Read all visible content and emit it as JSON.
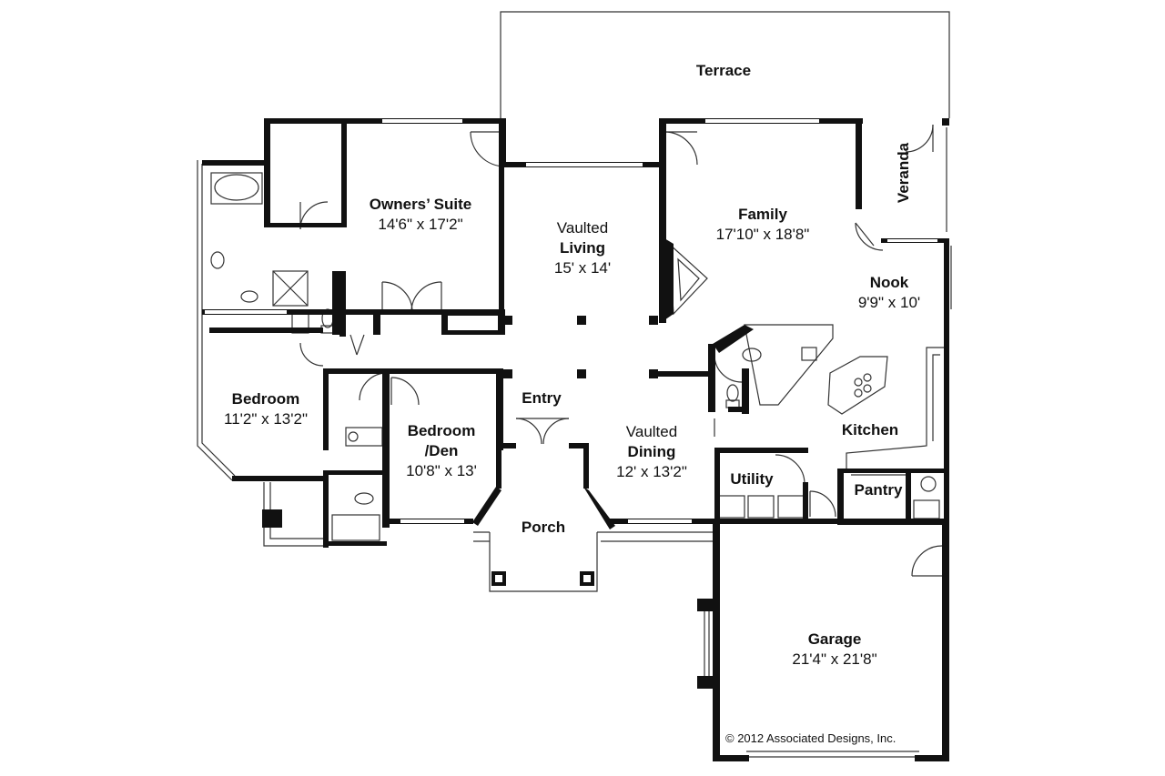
{
  "rooms": {
    "terrace": {
      "name": "Terrace"
    },
    "owners_suite": {
      "name": "Owners’ Suite",
      "size": "14'6\" x 17'2\""
    },
    "living": {
      "prefix": "Vaulted",
      "name": "Living",
      "size": "15' x 14'"
    },
    "family": {
      "name": "Family",
      "size": "17'10\" x 18'8\""
    },
    "veranda": {
      "name": "Veranda"
    },
    "nook": {
      "name": "Nook",
      "size": "9'9\" x 10'"
    },
    "bedroom": {
      "name": "Bedroom",
      "size": "11'2\" x 13'2\""
    },
    "bedroom_den": {
      "name": "Bedroom",
      "name2": "/Den",
      "size": "10'8\" x 13'"
    },
    "entry": {
      "name": "Entry"
    },
    "dining": {
      "prefix": "Vaulted",
      "name": "Dining",
      "size": "12' x 13'2\""
    },
    "kitchen": {
      "name": "Kitchen"
    },
    "utility": {
      "name": "Utility"
    },
    "pantry": {
      "name": "Pantry"
    },
    "porch": {
      "name": "Porch"
    },
    "garage": {
      "name": "Garage",
      "size": "21'4\" x 21'8\""
    }
  },
  "copyright": "© 2012 Associated Designs, Inc.",
  "colors": {
    "wall": "#111111",
    "background": "#ffffff",
    "thin_line": "#333333"
  }
}
